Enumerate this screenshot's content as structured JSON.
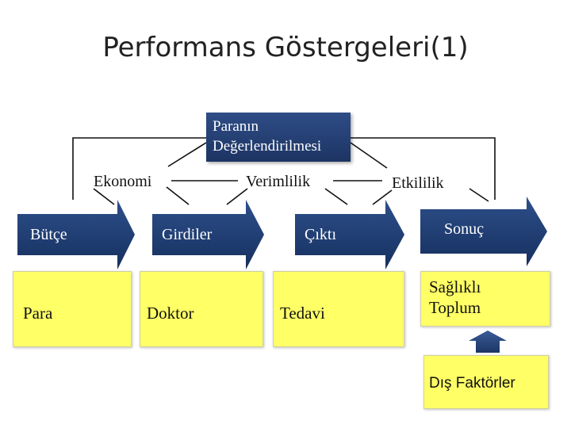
{
  "title": "Performans Göstergeleri(1)",
  "top_box": {
    "line1": "Paranın",
    "line2": "Değerlendirilmesi"
  },
  "categories": {
    "ekonomi": "Ekonomi",
    "verimlilik": "Verimlilik",
    "etkililik": "Etkililik"
  },
  "arrows": [
    "Bütçe",
    "Girdiler",
    "Çıktı",
    "Sonuç"
  ],
  "boxes": {
    "para": "Para",
    "doktor": "Doktor",
    "tedavi": "Tedavi",
    "saglikli_line1": "Sağlıklı",
    "saglikli_line2": "Toplum",
    "dis_faktorler": "Dış Faktörler"
  },
  "colors": {
    "arrow_blue": "#1f3a6e",
    "box_yellow": "#ffff66",
    "top_box_blue": "#24406f"
  }
}
